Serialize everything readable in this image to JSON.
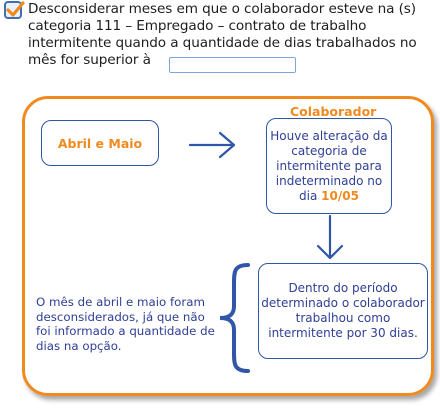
{
  "option": {
    "text": "Desconsiderar meses em que o colaborador esteve na (s) categoria 111 – Empregado – contrato de trabalho intermitente quando a quantidade de dias trabalhados no mês for superior à",
    "checked": true,
    "days_value": ""
  },
  "diagram": {
    "frame_title": "Colaborador",
    "period_label": "Abril e Maio",
    "change_text": "Houve alteração da categoria de intermitente para indeterminado no dia",
    "change_date": "10/05",
    "worked_text": "Dentro do período determinado o colaborador trabalhou como intermitente por 30 dias.",
    "note_text": "O mês de abril e maio foram desconsiderados, já que não foi informado a quantidade de dias na opção."
  },
  "colors": {
    "accent": "#f08a1e",
    "text_blue": "#2f3f96",
    "border_blue": "#3056a8",
    "checkbox_blue": "#3f6fb0"
  }
}
